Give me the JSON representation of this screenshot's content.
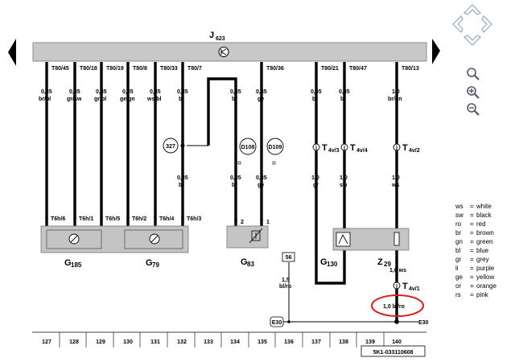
{
  "control_unit": {
    "label": "J",
    "sub": "623"
  },
  "top_pins": [
    {
      "conn": "T80/45",
      "size": "0,35",
      "color": "br/bl"
    },
    {
      "conn": "T80/18",
      "size": "0,35",
      "color": "gr/sw"
    },
    {
      "conn": "T80/19",
      "size": "0,35",
      "color": "gr/bl"
    },
    {
      "conn": "T80/8",
      "size": "0,35",
      "color": "ge/gn"
    },
    {
      "conn": "T80/33",
      "size": "0,35",
      "color": "ws/bl"
    },
    {
      "conn": "T80/7",
      "size": "0,35",
      "color": "br"
    },
    {
      "conn": "",
      "size": "0,35",
      "color": "br"
    },
    {
      "conn": "T80/36",
      "size": "0,35",
      "color": "ge"
    },
    {
      "conn": "T80/21",
      "size": "0,35",
      "color": "br"
    },
    {
      "conn": "T80/47",
      "size": "0,35",
      "color": "bl"
    },
    {
      "conn": "T80/13",
      "size": "1,0",
      "color": "br/gn"
    }
  ],
  "mid_wires": [
    {
      "size": "0,35",
      "color": "br"
    },
    {
      "size": "0,35",
      "color": "br"
    },
    {
      "size": "0,35",
      "color": "ge"
    },
    {
      "size": "1,0",
      "color": "gr"
    },
    {
      "size": "1,0",
      "color": "sw"
    },
    {
      "size": "1,0",
      "color": "ws"
    }
  ],
  "splices": [
    "327",
    "D108",
    "D109"
  ],
  "t4v": [
    {
      "main": "T",
      "sub": "4v/3"
    },
    {
      "main": "T",
      "sub": "4v/4"
    },
    {
      "main": "T",
      "sub": "4v/2"
    },
    {
      "main": "T",
      "sub": "4v/1"
    }
  ],
  "t6h": [
    "T6h/6",
    "T6h/1",
    "T6h/5",
    "T6h/2",
    "T6h/4",
    "T6h/3"
  ],
  "g83_pins": [
    "2",
    "1"
  ],
  "components": [
    {
      "main": "G",
      "sub": "185"
    },
    {
      "main": "G",
      "sub": "79"
    },
    {
      "main": "G",
      "sub": "83"
    },
    {
      "main": "G",
      "sub": "130"
    },
    {
      "main": "Z",
      "sub": "29"
    }
  ],
  "z29_wire": "1,0 ws",
  "highlighted_wire": "1,0 bl/ro",
  "fuse": "56",
  "ground_wire": {
    "size": "1,5",
    "color": "bl/ro"
  },
  "ground": {
    "ref": "E30",
    "label": "E30"
  },
  "tracks": [
    "127",
    "128",
    "129",
    "130",
    "131",
    "132",
    "133",
    "134",
    "135",
    "136",
    "137",
    "138",
    "139",
    "140"
  ],
  "doc_ref": "5K1-033110608",
  "legend": [
    {
      "code": "ws",
      "name": "white"
    },
    {
      "code": "sw",
      "name": "black"
    },
    {
      "code": "ro",
      "name": "red"
    },
    {
      "code": "br",
      "name": "brown"
    },
    {
      "code": "gn",
      "name": "green"
    },
    {
      "code": "bl",
      "name": "blue"
    },
    {
      "code": "gr",
      "name": "grey"
    },
    {
      "code": "li",
      "name": "purple"
    },
    {
      "code": "ge",
      "name": "yellow"
    },
    {
      "code": "or",
      "name": "orange"
    },
    {
      "code": "rs",
      "name": "pink"
    }
  ],
  "colors": {
    "bar": "#c8c8c8",
    "component": "#c4c4c4",
    "highlight": "#d42020",
    "nav": "#a9b4c3"
  }
}
